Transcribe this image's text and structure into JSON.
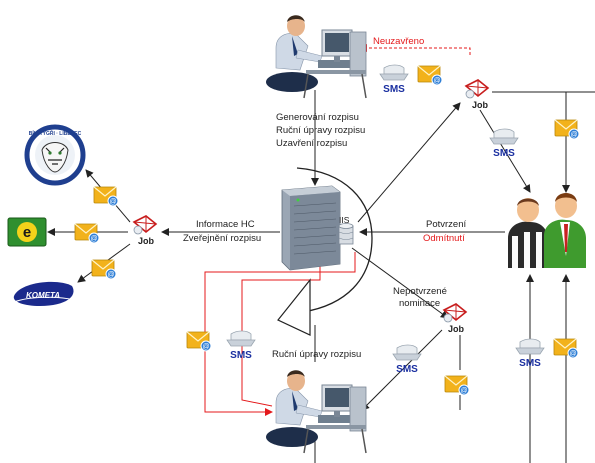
{
  "labels": {
    "neuzavreno": "Neuzavřeno",
    "generovani": "Generování rozpisu",
    "rucni_upravy_top": "Ruční úpravy rozpisu",
    "uzavreni": "Uzavření rozpisu",
    "informace_hc": "Informace HC",
    "zverejneni": "Zveřejnění rozpisu",
    "potvrzeni": "Potvrzení",
    "odmitnuti": "Odmítnutí",
    "nepotvrzene": "Nepotvrzené",
    "nominace": "nominace",
    "rucni_upravy_bottom": "Ruční úpravy rozpisu",
    "iis": "IIS",
    "job": "Job",
    "sms": "SMS",
    "kometa": "KOMETA",
    "liberec": "BÍLÍ TYGŘI · LIBEREC"
  },
  "colors": {
    "red_line": "#e4191b",
    "black_line": "#222222",
    "envelope": "#f2b21b",
    "sms_text": "#1a2fa0",
    "job_red": "#c81e1e",
    "server": "#8a98a8",
    "kometa_blue": "#1b2a8c",
    "liberec_blue": "#1f3f8f",
    "e_green": "#2f8f2f"
  },
  "icons": [
    "person-at-computer-icon",
    "server-icon",
    "database-icon",
    "sms-ship-icon",
    "envelope-icon",
    "job-sql-icon",
    "referee-icon",
    "team-member-icon",
    "liberec-logo-icon",
    "e-logo-icon",
    "kometa-logo-icon",
    "funnel-icon"
  ]
}
